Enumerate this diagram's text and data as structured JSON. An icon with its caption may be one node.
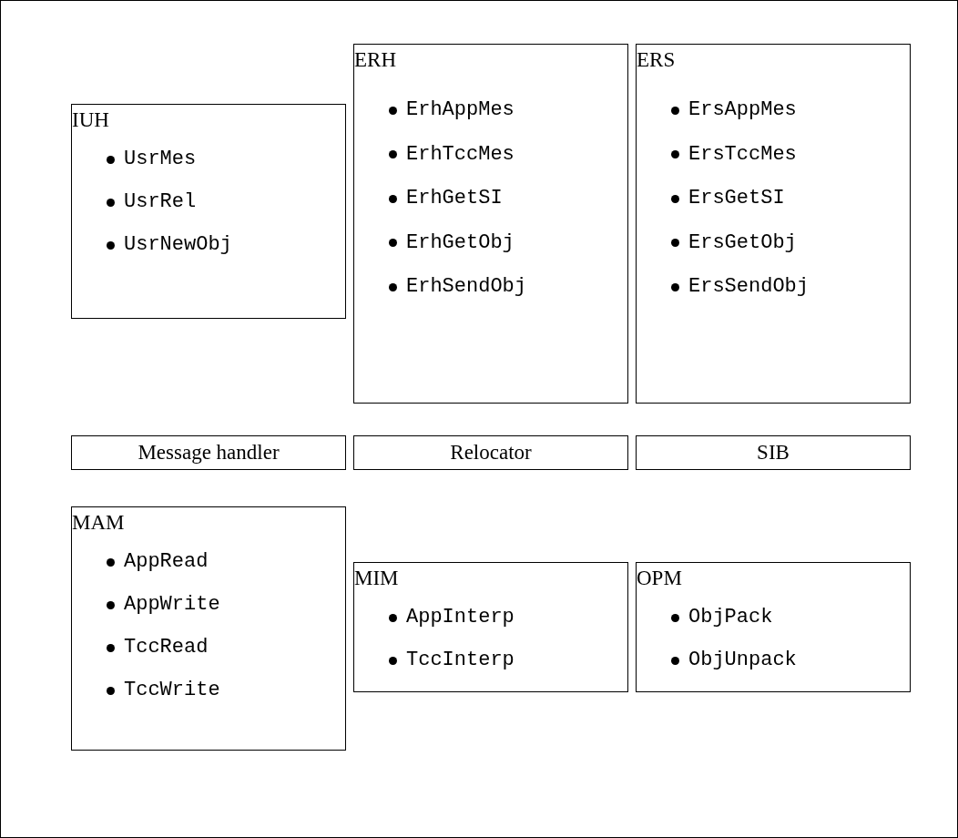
{
  "diagram": {
    "nodes": [
      {
        "text": [
          "IUH",
          "UsrMes",
          "UsrRel",
          "UsrNewObj"
        ]
      },
      {
        "text": [
          "ERH",
          "ErhAppMes",
          "ErhTccMes",
          "ErhGetSI",
          "ErhGetObj",
          "ErhSendObj"
        ]
      },
      {
        "text": [
          "ERS",
          "ErsAppMes",
          "ErsTccMes",
          "ErsGetSI",
          "ErsGetObj",
          "ErsSendObj"
        ]
      },
      {
        "text": [
          "Message handler"
        ]
      },
      {
        "text": [
          "Relocator"
        ]
      },
      {
        "text": [
          "SIB"
        ]
      },
      {
        "text": [
          "MAM",
          "AppRead",
          "AppWrite",
          "TccRead",
          "TccWrite"
        ]
      },
      {
        "text": [
          "MIM",
          "AppInterp",
          "TccInterp"
        ]
      },
      {
        "text": [
          "OPM",
          "ObjPack",
          "ObjUnpack"
        ]
      }
    ]
  }
}
